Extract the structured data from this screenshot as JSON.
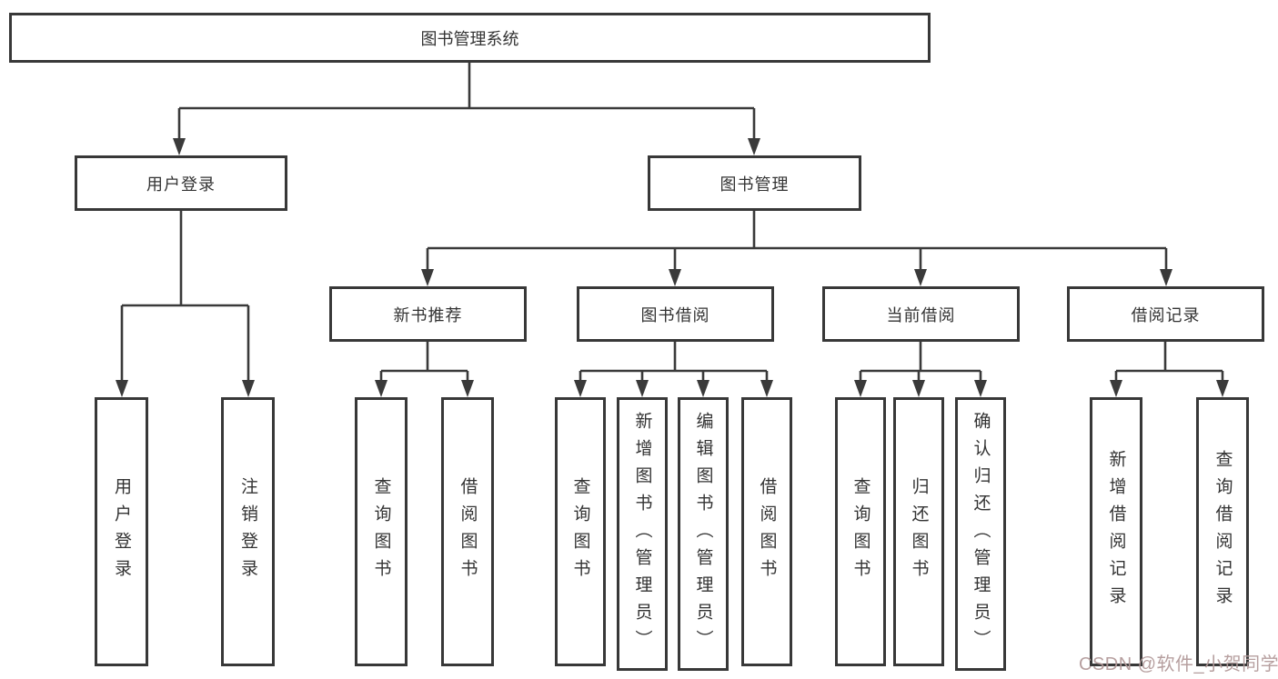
{
  "diagram": {
    "title": "图书管理系统",
    "nodes": {
      "root": "图书管理系统",
      "l1_user_login": "用户登录",
      "l1_book_mgmt": "图书管理",
      "l2_new_book": "新书推荐",
      "l2_book_borrow": "图书借阅",
      "l2_current_borrow": "当前借阅",
      "l2_borrow_records": "借阅记录",
      "leaf_user_login": "用户登录",
      "leaf_logout": "注销登录",
      "leaf_nb_search": "查询图书",
      "leaf_nb_borrow": "借阅图书",
      "leaf_bb_search": "查询图书",
      "leaf_bb_add": "新增图书（管理员）",
      "leaf_bb_edit": "编辑图书（管理员）",
      "leaf_bb_borrow": "借阅图书",
      "leaf_cb_search": "查询图书",
      "leaf_cb_return": "归还图书",
      "leaf_cb_confirm": "确认归还（管理员）",
      "leaf_br_add": "新增借阅记录",
      "leaf_br_search": "查询借阅记录"
    },
    "watermark": "CSDN @软件_小贺同学",
    "colors": {
      "line": "#3a3a3a",
      "box_border": "#383838",
      "text": "#333333",
      "watermark": "#b39a9a",
      "background": "#ffffff"
    }
  }
}
